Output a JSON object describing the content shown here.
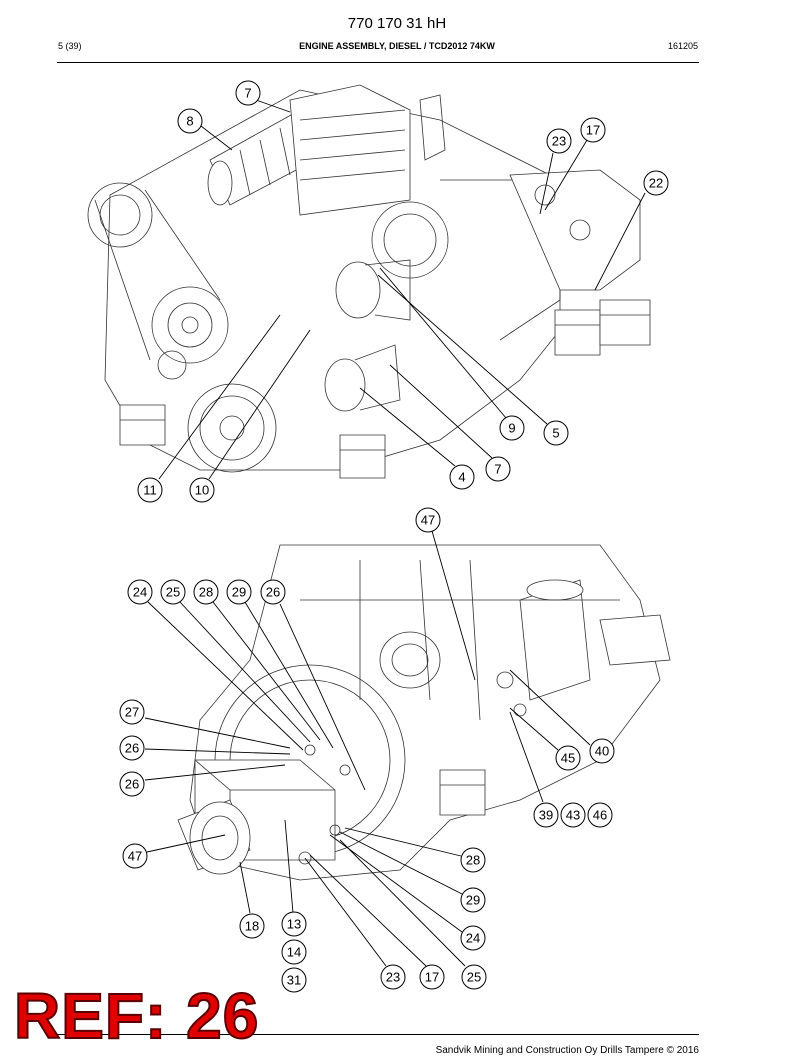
{
  "header": {
    "doc_title": "770 170 31 hH",
    "page": "5 (39)",
    "section_title": "ENGINE ASSEMBLY, DIESEL / TCD2012 74KW",
    "doc_code": "161205"
  },
  "footer": {
    "text": "Sandvik Mining and Construction Oy Drills Tampere © 2016"
  },
  "stamp": "REF: 26",
  "upper_view": {
    "callouts": [
      "7",
      "8",
      "23",
      "17",
      "22",
      "9",
      "5",
      "11",
      "10",
      "4",
      "7"
    ]
  },
  "lower_view": {
    "callouts": [
      "47",
      "24",
      "25",
      "28",
      "29",
      "26",
      "27",
      "26",
      "26",
      "47",
      "40",
      "45",
      "39",
      "43",
      "46",
      "28",
      "29",
      "24",
      "18",
      "13",
      "14",
      "31",
      "23",
      "17",
      "25"
    ]
  }
}
